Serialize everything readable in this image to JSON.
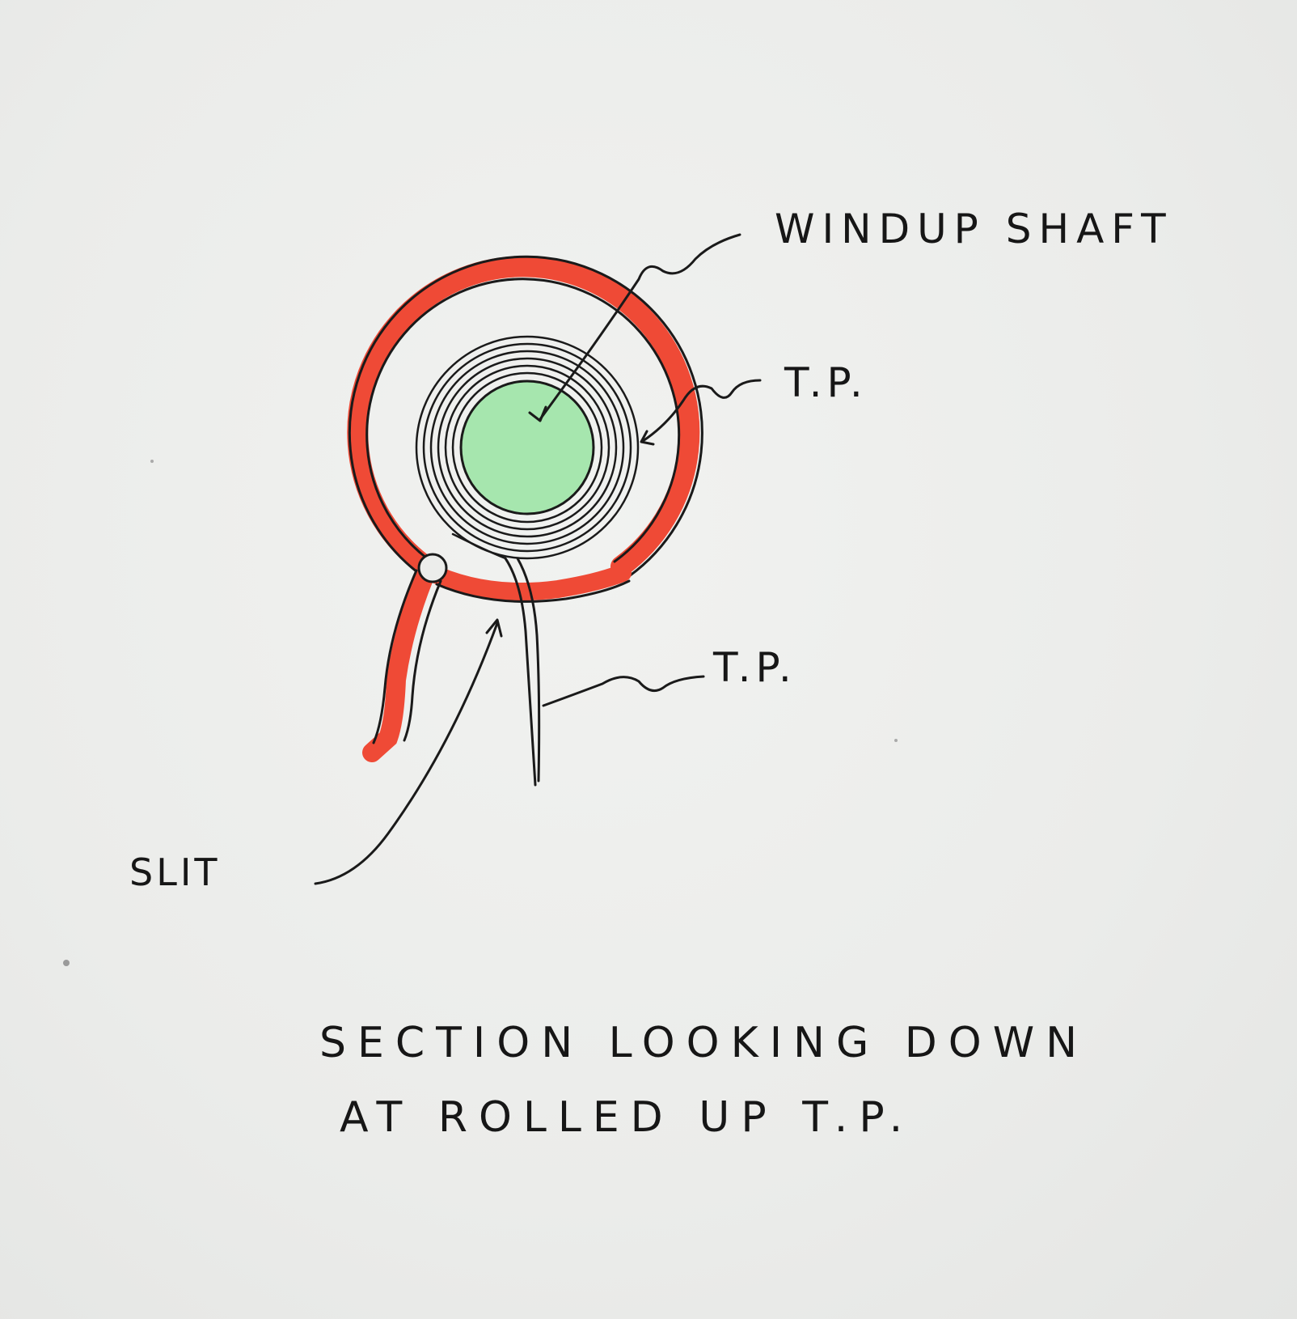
{
  "labels": {
    "windup_shaft": "WINDUP SHAFT",
    "tp_roll": "T.P.",
    "tp_sheet": "T.P.",
    "slit": "SLIT"
  },
  "caption": {
    "line1": "SECTION LOOKING DOWN",
    "line2": "AT ROLLED UP T.P."
  },
  "colors": {
    "housing": "#ef4a36",
    "shaft": "#a6e6ae",
    "ink": "#1a1a1a",
    "paper": "#ecedeb"
  }
}
